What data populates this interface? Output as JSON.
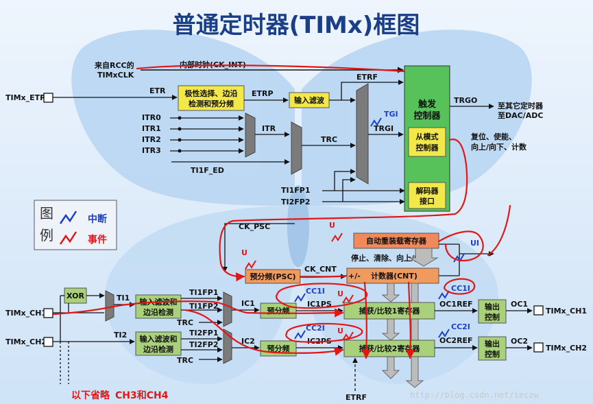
{
  "title": "普通定时器(TIMx)框图",
  "clock": {
    "rcc_source_line1": "来自RCC的",
    "rcc_source_line2": "TIMxCLK",
    "internal_clock": "内部时钟(CK_INT)"
  },
  "inputs": {
    "etr_pin": "TIMx_ETR",
    "etr": "ETR",
    "etrp": "ETRP",
    "etrf": "ETRF",
    "etrf_bottom": "ETRF",
    "itr": [
      "ITR0",
      "ITR1",
      "ITR2",
      "ITR3"
    ],
    "itr_mux": "ITR",
    "trc": "TRC",
    "ti1f_ed": "TI1F_ED",
    "ti1fp1": "TI1FP1",
    "ti2fp2": "TI2FP2",
    "trgi": "TRGI",
    "tgi": "TGI"
  },
  "blocks": {
    "polarity": [
      "极性选择、边沿",
      "检测和预分频"
    ],
    "input_filter": "输入滤波",
    "trigger_controller": [
      "触发",
      "控制器"
    ],
    "slave_mode": [
      "从模式",
      "控制器"
    ],
    "encoder": [
      "解码器",
      "接口"
    ],
    "auto_reload": "自动重装载寄存器",
    "prescaler": "预分频(PSC)",
    "counter": "计数器(CNT)",
    "counter_sign": "+/-",
    "xor": "XOR",
    "filter_edge": [
      "输入滤波和",
      "边沿检测"
    ],
    "ch_prescaler": "预分频",
    "capture_compare_1": "捕获/比较1寄存器",
    "capture_compare_2": "捕获/比较2寄存器",
    "output_control": [
      "输出",
      "控制"
    ]
  },
  "outputs": {
    "trgo": "TRGO",
    "trgo_dest1": "至其它定时器",
    "trgo_dest2": "至DAC/ADC",
    "reset_note1": "复位、使能、",
    "reset_note2": "向上/向下、计数",
    "arr_note": "停止、清除、向上/向下",
    "oc1": "OC1",
    "oc2": "OC2",
    "oc1ref": "OC1REF",
    "oc2ref": "OC2REF",
    "ch1_out": "TIMx_CH1",
    "ch2_out": "TIMx_CH2"
  },
  "signals": {
    "ck_psc": "CK_PSC",
    "ck_cnt": "CK_CNT",
    "u": "U",
    "ui": "UI",
    "ti1": "TI1",
    "ti2": "TI2",
    "ti1fp1": "TI1FP1",
    "ti1fp2": "TI1FP2",
    "ti2fp1": "TI2FP1",
    "ti2fp2": "TI2FP2",
    "trc": "TRC",
    "ic1": "IC1",
    "ic2": "IC2",
    "ic1ps": "IC1PS",
    "ic2ps": "IC2PS",
    "cc1i": "CC1I",
    "cc2i": "CC2I",
    "ch1_in": "TIMx_CH1",
    "ch2_in": "TIMx_CH2"
  },
  "legend": {
    "title_top": "图",
    "title_bottom": "例",
    "interrupt": "中断",
    "event": "事件"
  },
  "footer": {
    "omitted_prefix": "以下省略",
    "omitted_ch": "CH3和CH4"
  },
  "watermark": "http://blog.csdn.net/ieczw",
  "colors": {
    "title_blue": "#1b3f86",
    "block_fill": "#f3e84a",
    "trigger_fill": "#57c25a",
    "counter_fill": "#f19a5e",
    "arr_fill": "#f08a5c",
    "green_block": "#a9d07a",
    "annotation_red": "#e31616",
    "interrupt_blue": "#1d3ec8"
  }
}
